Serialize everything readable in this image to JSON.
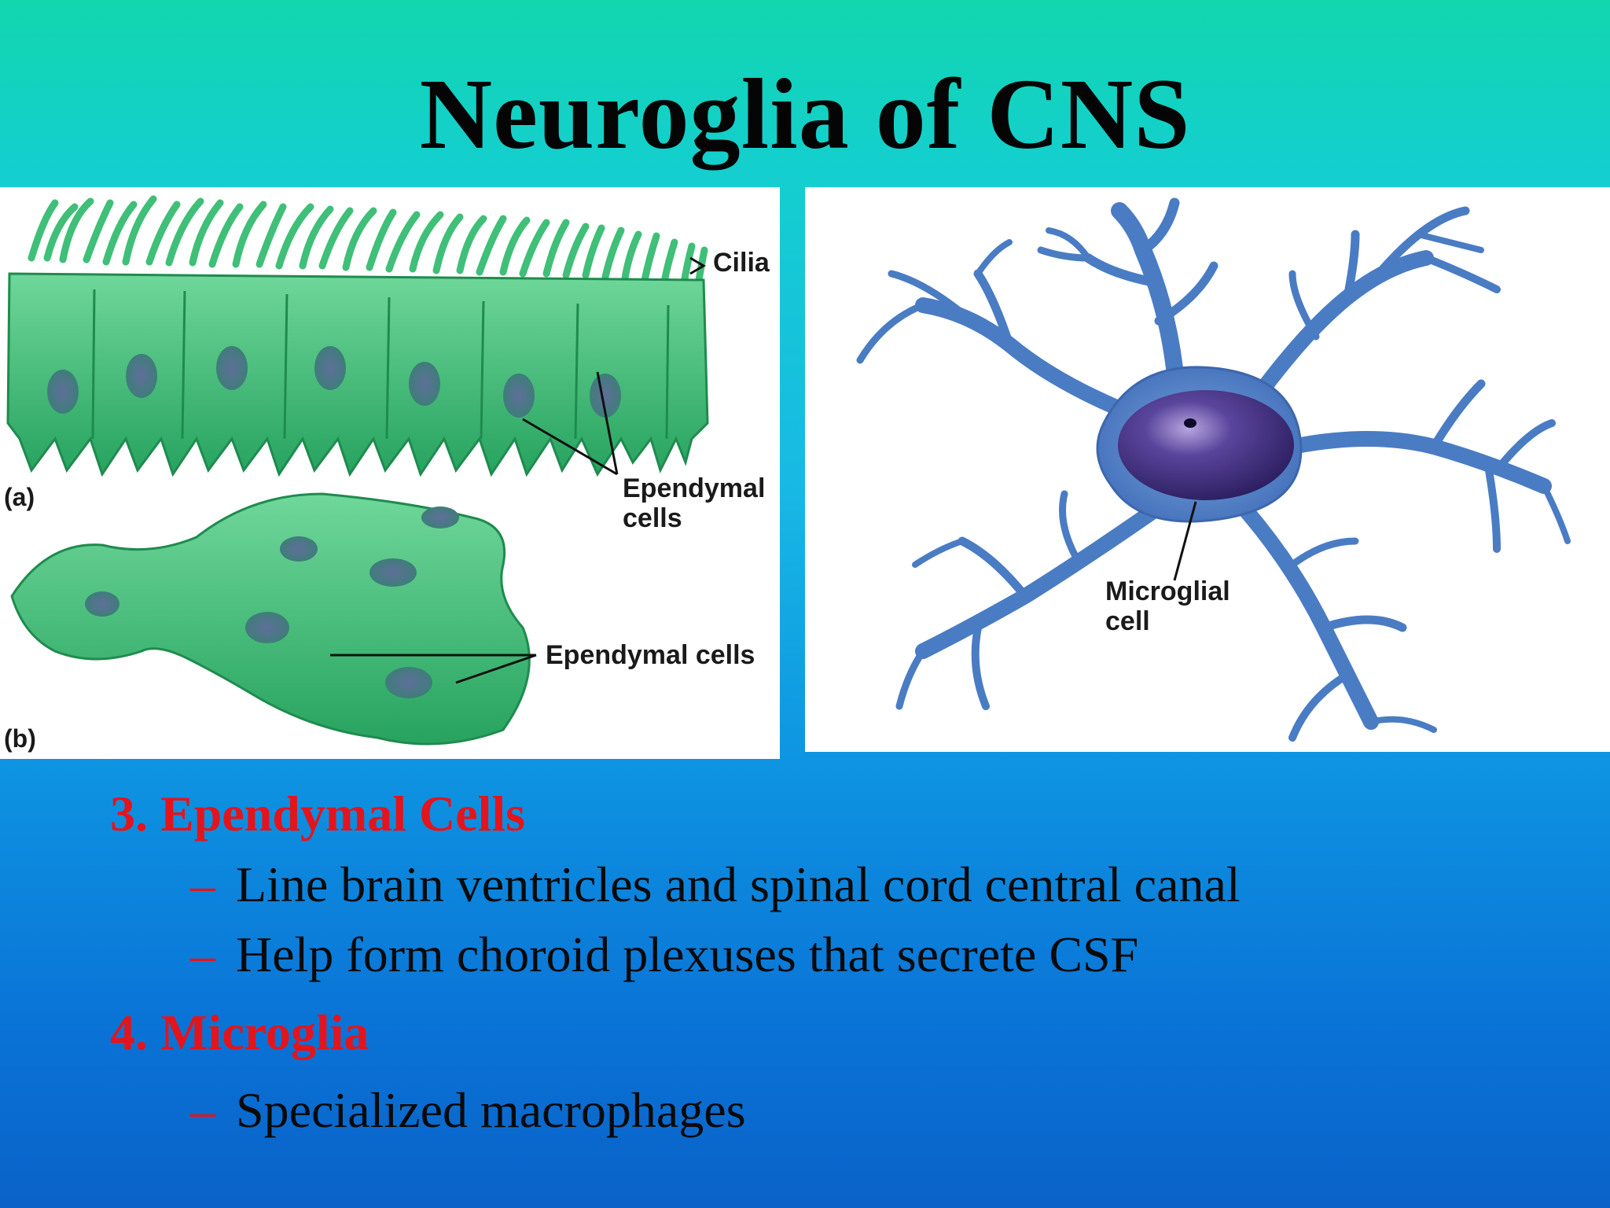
{
  "slide": {
    "title": "Neuroglia of CNS"
  },
  "figure_left": {
    "label_cilia": "Cilia",
    "label_a": "(a)",
    "label_b": "(b)",
    "label_ependymal_a_line1": "Ependymal",
    "label_ependymal_a_line2": "cells",
    "label_ependymal_b": "Ependymal cells",
    "cell_color": "#2fae6a"
  },
  "figure_right": {
    "label_line1": "Microglial",
    "label_line2": "cell",
    "cell_color": "#4a7cc4",
    "nucleus_color": "#3b2c7a"
  },
  "items": [
    {
      "heading": "3. Ependymal Cells",
      "bullets": [
        "Line brain ventricles and spinal cord central canal",
        "Help form choroid plexuses that secrete CSF"
      ]
    },
    {
      "heading": "4. Microglia",
      "bullets": [
        "Specialized macrophages"
      ]
    }
  ],
  "bullet_marker": "–",
  "colors": {
    "heading": "#e4141c",
    "title": "#050505"
  }
}
